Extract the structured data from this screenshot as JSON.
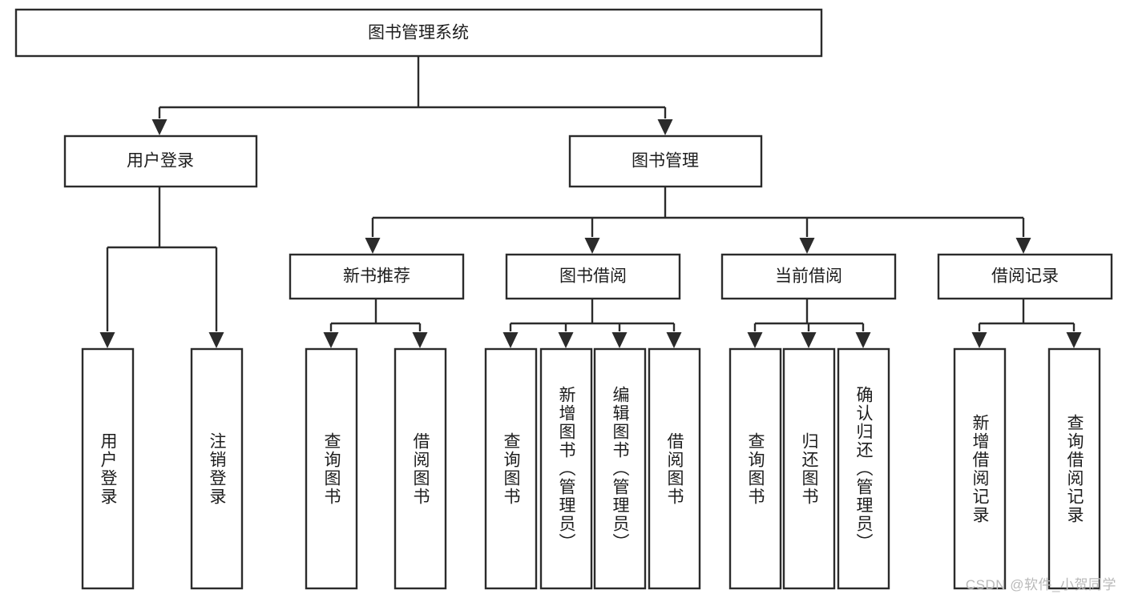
{
  "diagram": {
    "title": "图书管理系统",
    "type": "tree-hierarchy-chart",
    "orientation": "top-down",
    "colors": {
      "box_stroke": "#2b2b2b",
      "box_fill": "#ffffff",
      "connector": "#2b2b2b",
      "text": "#1d1d1d",
      "background": "#ffffff",
      "watermark": "#b9b9b9"
    },
    "root": {
      "id": "root",
      "label": "图书管理系统",
      "orientation": "horizontal"
    },
    "level2": [
      {
        "id": "user-login",
        "label": "用户登录",
        "orientation": "horizontal"
      },
      {
        "id": "book-manage",
        "label": "图书管理",
        "orientation": "horizontal"
      }
    ],
    "level3": [
      {
        "id": "new-book-recommend",
        "label": "新书推荐",
        "orientation": "horizontal",
        "parent": "book-manage"
      },
      {
        "id": "book-borrow",
        "label": "图书借阅",
        "orientation": "horizontal",
        "parent": "book-manage"
      },
      {
        "id": "current-borrow",
        "label": "当前借阅",
        "orientation": "horizontal",
        "parent": "book-manage"
      },
      {
        "id": "borrow-record",
        "label": "借阅记录",
        "orientation": "horizontal",
        "parent": "book-manage"
      }
    ],
    "leaves": [
      {
        "id": "leaf-user-login",
        "label": "用户登录",
        "orientation": "vertical",
        "parent": "user-login"
      },
      {
        "id": "leaf-user-logout",
        "label": "注销登录",
        "orientation": "vertical",
        "parent": "user-login"
      },
      {
        "id": "leaf-query-book-1",
        "label": "查询图书",
        "orientation": "vertical",
        "parent": "new-book-recommend"
      },
      {
        "id": "leaf-borrow-book-1",
        "label": "借阅图书",
        "orientation": "vertical",
        "parent": "new-book-recommend"
      },
      {
        "id": "leaf-query-book-2",
        "label": "查询图书",
        "orientation": "vertical",
        "parent": "book-borrow"
      },
      {
        "id": "leaf-add-book",
        "label": "新增图书（管理员）",
        "orientation": "vertical",
        "parent": "book-borrow"
      },
      {
        "id": "leaf-edit-book",
        "label": "编辑图书（管理员）",
        "orientation": "vertical",
        "parent": "book-borrow"
      },
      {
        "id": "leaf-borrow-book-2",
        "label": "借阅图书",
        "orientation": "vertical",
        "parent": "book-borrow"
      },
      {
        "id": "leaf-query-book-3",
        "label": "查询图书",
        "orientation": "vertical",
        "parent": "current-borrow"
      },
      {
        "id": "leaf-return-book",
        "label": "归还图书",
        "orientation": "vertical",
        "parent": "current-borrow"
      },
      {
        "id": "leaf-confirm-return",
        "label": "确认归还（管理员）",
        "orientation": "vertical",
        "parent": "current-borrow"
      },
      {
        "id": "leaf-add-record",
        "label": "新增借阅记录",
        "orientation": "vertical",
        "parent": "borrow-record"
      },
      {
        "id": "leaf-query-record",
        "label": "查询借阅记录",
        "orientation": "vertical",
        "parent": "borrow-record"
      }
    ]
  },
  "watermark": {
    "text": "CSDN @软件_小贺同学"
  }
}
